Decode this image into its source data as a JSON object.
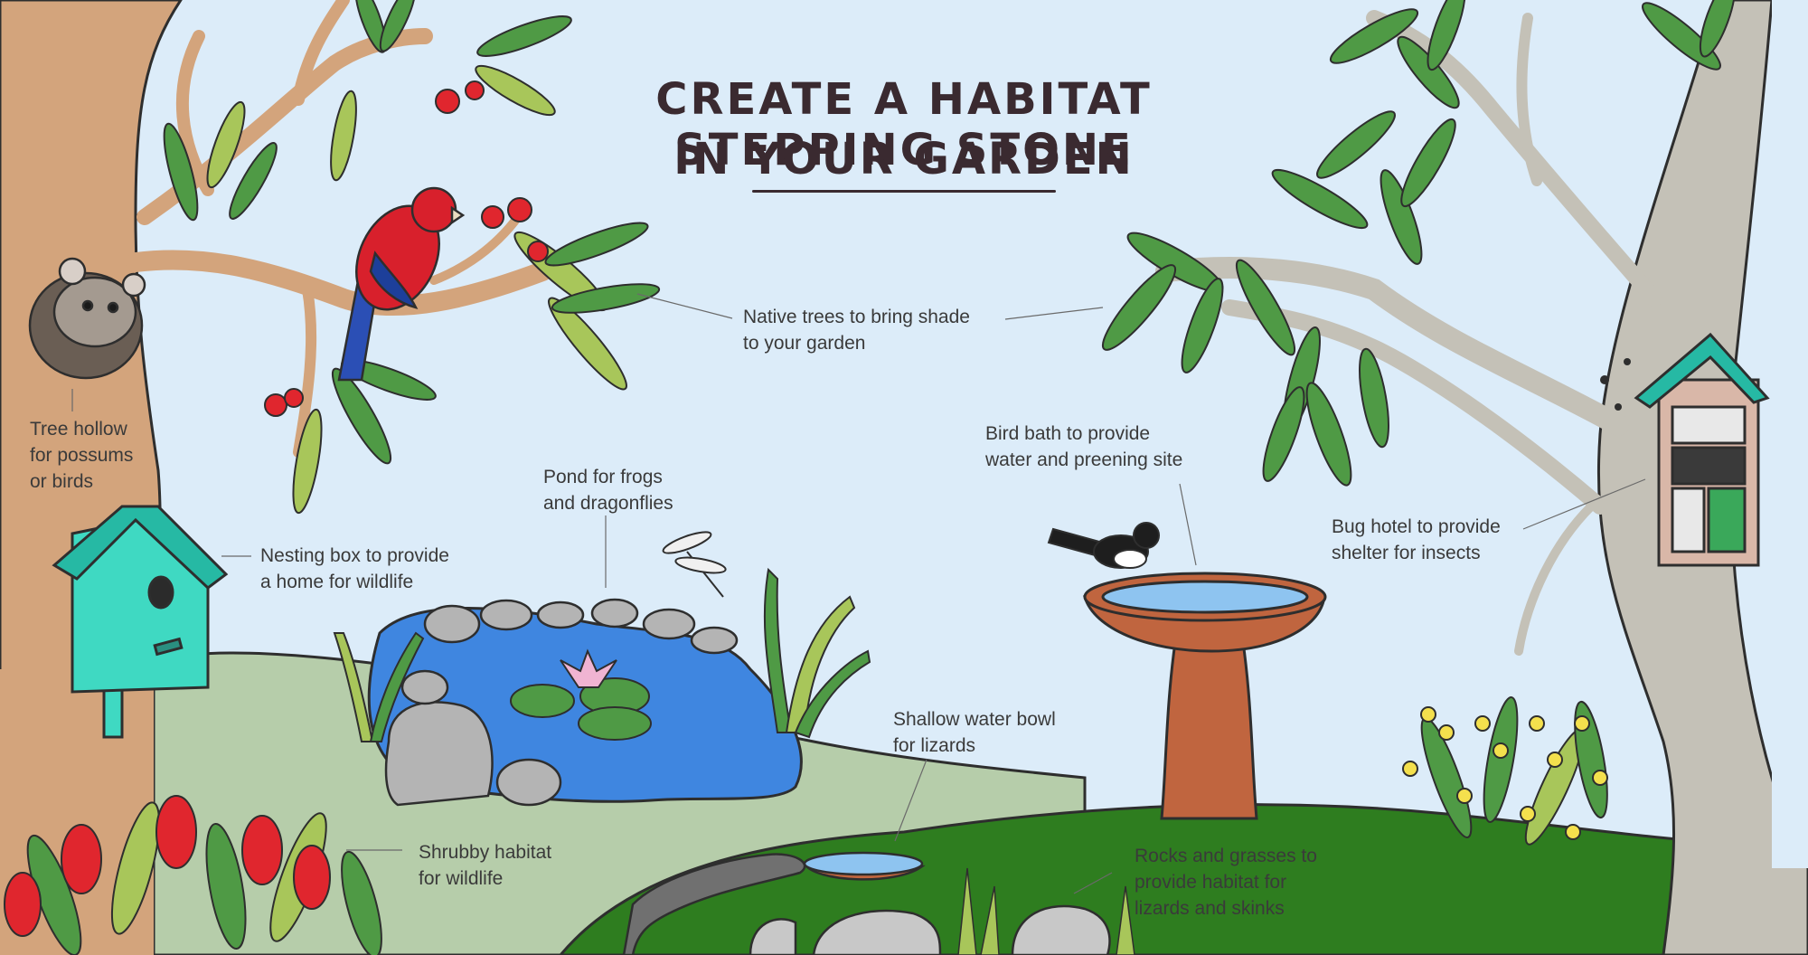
{
  "title": {
    "line1": "CREATE A HABITAT STEPPING STONE",
    "line2": "IN YOUR GARDEN"
  },
  "labels": {
    "native_trees": [
      "Native trees to bring shade",
      "to your garden"
    ],
    "tree_hollow": [
      "Tree hollow",
      "for possums",
      "or birds"
    ],
    "nesting_box": [
      "Nesting box to provide",
      "a home for wildlife"
    ],
    "pond": [
      "Pond for frogs",
      "and dragonflies"
    ],
    "bird_bath": [
      "Bird bath to provide",
      "water and preening site"
    ],
    "bug_hotel": [
      "Bug hotel to provide",
      "shelter for insects"
    ],
    "water_bowl": [
      "Shallow water bowl",
      "for lizards"
    ],
    "shrubby": [
      "Shrubby habitat",
      "for wildlife"
    ],
    "rocks": [
      "Rocks and grasses to",
      "provide habitat for",
      "lizards and skinks"
    ]
  },
  "colors": {
    "sky": "#dcecf9",
    "left_trunk": "#d3a47c",
    "right_trunk": "#c4c1b7",
    "leaf": "#4f9a45",
    "leaf_light": "#a8c65a",
    "lawn_pale": "#b6cdaa",
    "lawn_dark": "#2e7d1f",
    "pond": "#3f86e0",
    "nest_box": "#3fd9c2",
    "bird_bath": "#c0653f",
    "rosella": "#d8202c",
    "flower_red": "#e0262e",
    "wattle": "#f4e04d",
    "outline": "#2e2e2e"
  }
}
